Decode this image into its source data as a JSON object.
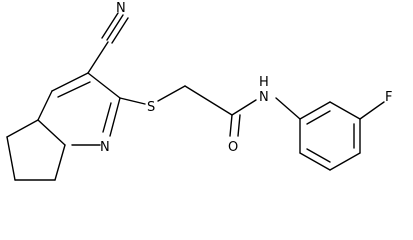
{
  "molecule": {
    "atoms": {
      "nitrile_n": "N",
      "sulfur": "S",
      "pyridine_n": "N",
      "carbonyl_o": "O",
      "amide_n": "N",
      "amide_h": "H",
      "fluorine": "F"
    }
  }
}
